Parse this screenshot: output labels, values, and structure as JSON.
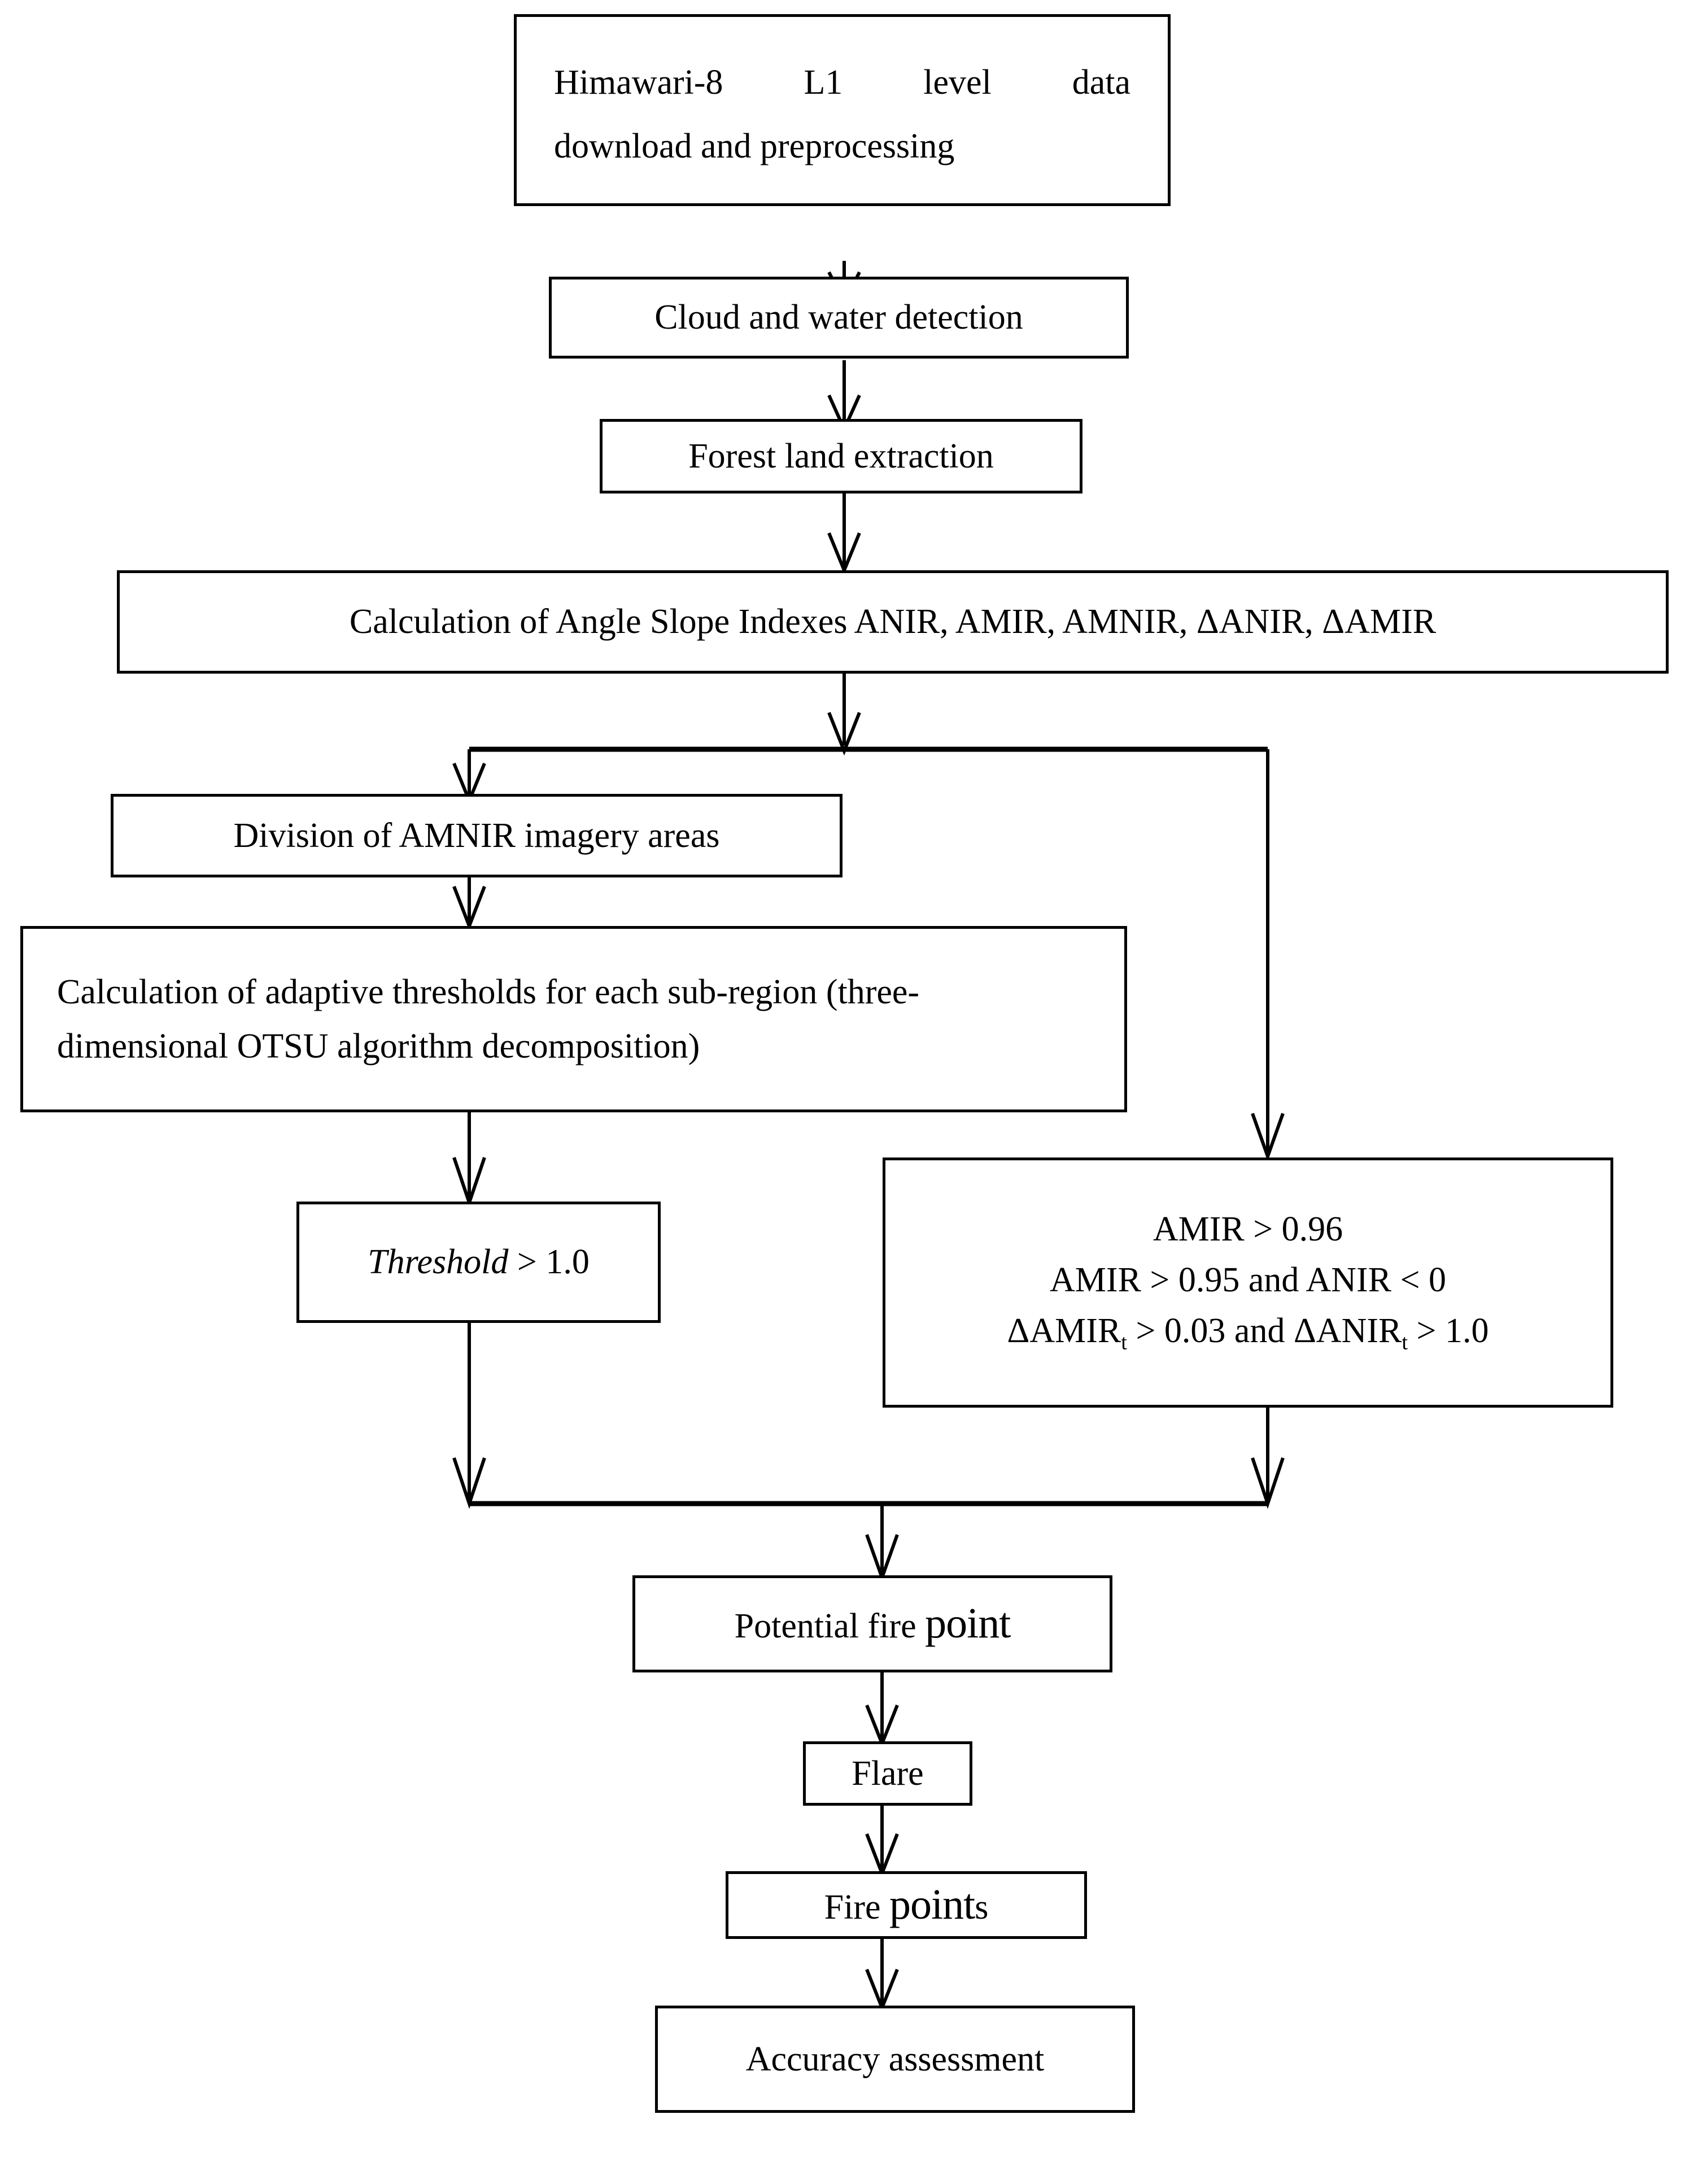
{
  "diagram": {
    "title": "Himawari-8 forest fire point detection workflow",
    "type": "flowchart",
    "orientation": "top-to-bottom",
    "stroke_color": "#000000",
    "background_color": "#ffffff"
  },
  "nodes": {
    "data_download": {
      "id": "n1",
      "line1": "Himawari-8   L1   level   data",
      "line2": "download and preprocessing"
    },
    "cloud_water": {
      "id": "n2",
      "label": "Cloud and water detection"
    },
    "forest_extraction": {
      "id": "n3",
      "label": "Forest land extraction"
    },
    "angle_slope": {
      "id": "n4",
      "label": "Calculation of Angle Slope Indexes ANIR, AMIR, AMNIR, ΔANIR, ΔAMIR"
    },
    "division_amnir": {
      "id": "n5",
      "label": "Division of AMNIR imagery areas"
    },
    "adaptive_thresholds": {
      "id": "n6",
      "line1": "Calculation of adaptive thresholds for each sub-region (three-",
      "line2": "dimensional OTSU algorithm decomposition)"
    },
    "threshold_test": {
      "id": "n7",
      "italic_word": "Th",
      "italic_rest": "reshold",
      "comparison": " > 1.0"
    },
    "amir_conditions": {
      "id": "n8",
      "line1": "AMIR > 0.96",
      "line2": "AMIR > 0.95   and   ANIR < 0",
      "line3_a": "ΔAMIR",
      "line3_sub_a": "t",
      "line3_b": " > 0.03 and  ΔANIR",
      "line3_sub_b": "t",
      "line3_c": " > 1.0"
    },
    "potential_fire_point": {
      "id": "n9",
      "label_a": "Potential fire ",
      "label_b": "point"
    },
    "flare": {
      "id": "n10",
      "label": "Flare"
    },
    "fire_points": {
      "id": "n11",
      "label_a": "Fire ",
      "label_b": "point",
      "label_c": "s"
    },
    "accuracy_assessment": {
      "id": "n12",
      "label": "Accuracy assessment"
    }
  },
  "edges": [
    {
      "from": "data_download",
      "to": "cloud_water",
      "style": "arrow"
    },
    {
      "from": "cloud_water",
      "to": "forest_extraction",
      "style": "arrow"
    },
    {
      "from": "forest_extraction",
      "to": "angle_slope",
      "style": "arrow"
    },
    {
      "from": "angle_slope",
      "to": "split_bar",
      "style": "arrow"
    },
    {
      "from": "split_bar",
      "to": "division_amnir",
      "style": "arrow"
    },
    {
      "from": "split_bar",
      "to": "amir_conditions",
      "style": "arrow"
    },
    {
      "from": "division_amnir",
      "to": "adaptive_thresholds",
      "style": "arrow"
    },
    {
      "from": "adaptive_thresholds",
      "to": "threshold_test",
      "style": "arrow"
    },
    {
      "from": "threshold_test",
      "to": "merge_bar",
      "style": "arrow"
    },
    {
      "from": "amir_conditions",
      "to": "merge_bar",
      "style": "arrow"
    },
    {
      "from": "merge_bar",
      "to": "potential_fire_point",
      "style": "arrow"
    },
    {
      "from": "potential_fire_point",
      "to": "flare",
      "style": "arrow"
    },
    {
      "from": "flare",
      "to": "fire_points",
      "style": "arrow"
    },
    {
      "from": "fire_points",
      "to": "accuracy_assessment",
      "style": "arrow"
    }
  ]
}
